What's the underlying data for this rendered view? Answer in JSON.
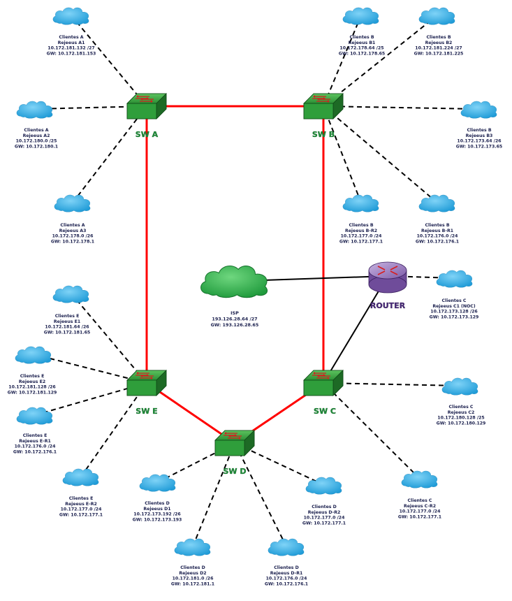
{
  "colors": {
    "core_link": "#ff0000",
    "access_link": "#000000",
    "cloud_fill": "#29aae1",
    "isp_cloud_fill": "#2eb24b",
    "switch_fill": "#2f9e3b",
    "router_fill": "#9b7bbf"
  },
  "icons": {
    "switch": "switch-icon",
    "router": "router-icon",
    "cloud": "cloud-icon"
  },
  "nodes": {
    "sw_a": {
      "label": "SW A"
    },
    "sw_b": {
      "label": "SW B"
    },
    "sw_c": {
      "label": "SW C"
    },
    "sw_d": {
      "label": "SW D"
    },
    "sw_e": {
      "label": "SW E"
    },
    "router": {
      "label": "ROUTER"
    }
  },
  "isp": {
    "lines": [
      "ISP",
      "193.126.28.64 /27",
      "GW: 193.126.28.65"
    ]
  },
  "clouds": [
    {
      "id": "a1",
      "lines": [
        "Clientes A",
        "Rejeeus A1",
        "10.172.181.132 /27",
        "GW: 10.172.181.153"
      ]
    },
    {
      "id": "a2",
      "lines": [
        "Clientes A",
        "Rejeeus A2",
        "10.172.180.0 /25",
        "GW: 10.172.180.1"
      ]
    },
    {
      "id": "a3",
      "lines": [
        "Clientes A",
        "Rejeeus A3",
        "10.172.178.0 /26",
        "GW: 10.172.178.1"
      ]
    },
    {
      "id": "b1",
      "lines": [
        "Clientes B",
        "Rejeeus B1",
        "10.172.178.64 /25",
        "GW: 10.172.178.65"
      ]
    },
    {
      "id": "b2",
      "lines": [
        "Clientes B",
        "Rejeeus B2",
        "10.172.181.224 /27",
        "GW: 10.172.181.225"
      ]
    },
    {
      "id": "b3",
      "lines": [
        "Clientes B",
        "Rejeeus B3",
        "10.172.173.64 /26",
        "GW: 10.172.173.65"
      ]
    },
    {
      "id": "b_r2",
      "lines": [
        "Clientes B",
        "Rejeeus B-R2",
        "10.172.177.0 /24",
        "GW: 10.172.177.1"
      ]
    },
    {
      "id": "b_r1",
      "lines": [
        "Clientes B",
        "Rejeeus B-R1",
        "10.172.176.0 /24",
        "GW: 10.172.176.1"
      ]
    },
    {
      "id": "c1",
      "lines": [
        "Clientes C",
        "Rejeeus C1 (NOC)",
        "10.172.173.128 /26",
        "GW: 10.172.173.129"
      ]
    },
    {
      "id": "c2",
      "lines": [
        "Clientes C",
        "Rejeeus C2",
        "10.172.180.128 /25",
        "GW: 10.172.180.129"
      ]
    },
    {
      "id": "c_r2",
      "lines": [
        "Clientes C",
        "Rejeeus C-R2",
        "10.172.177.0 /24",
        "GW: 10.172.177.1"
      ]
    },
    {
      "id": "d1",
      "lines": [
        "Clientes D",
        "Rejeeus D1",
        "10.172.173.192 /26",
        "GW: 10.172.173.193"
      ]
    },
    {
      "id": "d2",
      "lines": [
        "Clientes D",
        "Rejeeus D2",
        "10.172.181.0 /26",
        "GW: 10.172.181.1"
      ]
    },
    {
      "id": "d_r1",
      "lines": [
        "Clientes D",
        "Rejeeus D-R1",
        "10.172.176.0 /24",
        "GW: 10.172.176.1"
      ]
    },
    {
      "id": "d_r2",
      "lines": [
        "Clientes D",
        "Rejeeus D-R2",
        "10.172.177.0 /24",
        "GW: 10.172.177.1"
      ]
    },
    {
      "id": "e1",
      "lines": [
        "Clientes E",
        "Rejeeus E1",
        "10.172.181.64 /26",
        "GW: 10.172.181.65"
      ]
    },
    {
      "id": "e2",
      "lines": [
        "Clientes E",
        "Rejeeus E2",
        "10.172.181.128 /26",
        "GW: 10.172.181.129"
      ]
    },
    {
      "id": "e_r1",
      "lines": [
        "Clientes E",
        "Rejeeus E-R1",
        "10.172.176.0 /24",
        "GW: 10.172.176.1"
      ]
    },
    {
      "id": "e_r2",
      "lines": [
        "Clientes E",
        "Rejeeus E-R2",
        "10.172.177.0 /24",
        "GW: 10.172.177.1"
      ]
    }
  ]
}
